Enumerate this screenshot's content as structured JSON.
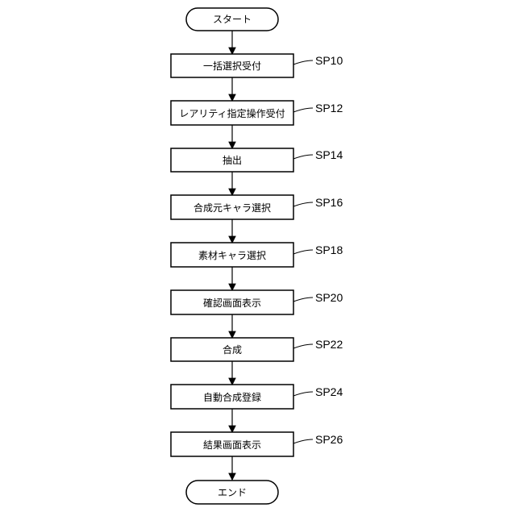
{
  "flowchart": {
    "start": "スタート",
    "end": "エンド",
    "steps": [
      {
        "text": "一括選択受付",
        "label": "SP10"
      },
      {
        "text": "レアリティ指定操作受付",
        "label": "SP12"
      },
      {
        "text": "抽出",
        "label": "SP14"
      },
      {
        "text": "合成元キャラ選択",
        "label": "SP16"
      },
      {
        "text": "素材キャラ選択",
        "label": "SP18"
      },
      {
        "text": "確認画面表示",
        "label": "SP20"
      },
      {
        "text": "合成",
        "label": "SP22"
      },
      {
        "text": "自動合成登録",
        "label": "SP24"
      },
      {
        "text": "結果画面表示",
        "label": "SP26"
      }
    ]
  }
}
